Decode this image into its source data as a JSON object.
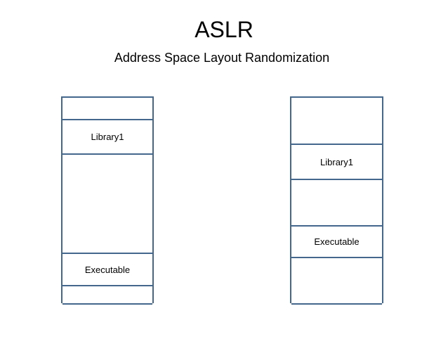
{
  "header": {
    "title": "ASLR",
    "subtitle": "Address Space Layout Randomization"
  },
  "left_stack": {
    "segments": [
      {
        "label": ""
      },
      {
        "label": "Library1"
      },
      {
        "label": ""
      },
      {
        "label": "Executable"
      },
      {
        "label": ""
      }
    ]
  },
  "right_stack": {
    "segments": [
      {
        "label": ""
      },
      {
        "label": "Library1"
      },
      {
        "label": ""
      },
      {
        "label": "Executable"
      },
      {
        "label": ""
      }
    ]
  },
  "colors": {
    "border": "#44678e",
    "background": "#ffffff",
    "text": "#000000"
  }
}
